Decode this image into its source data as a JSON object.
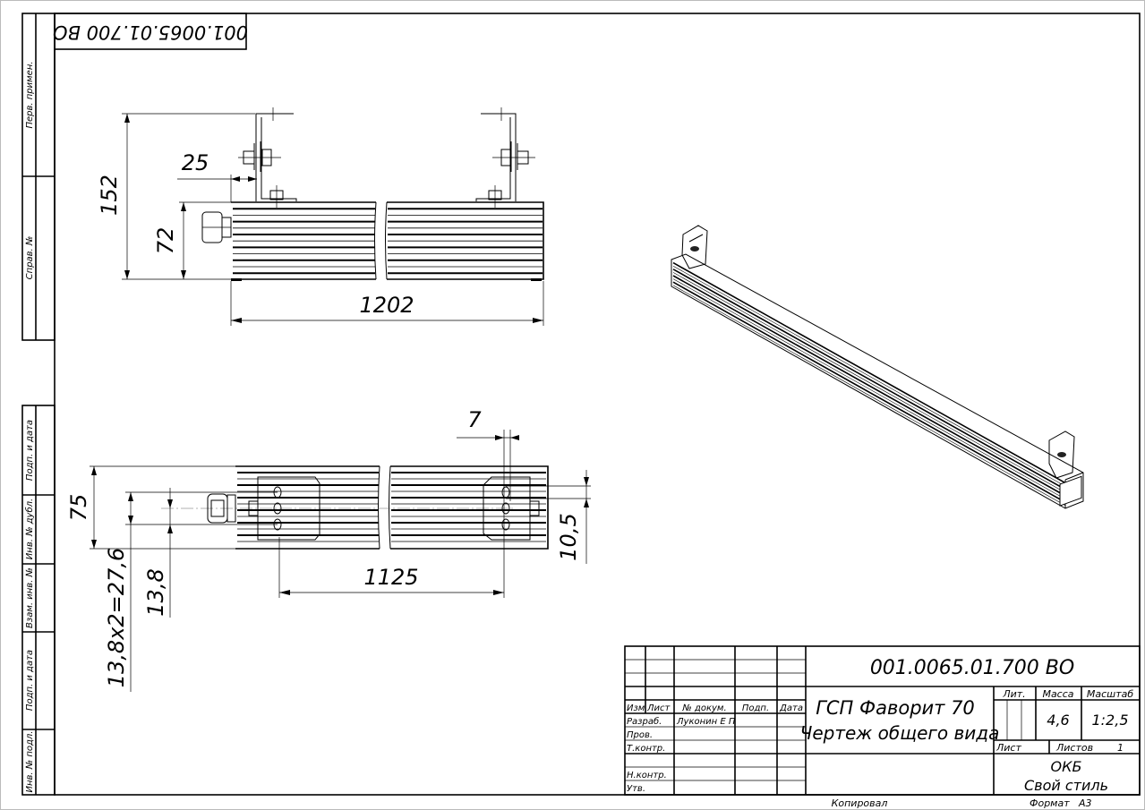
{
  "document": {
    "code": "001.0065.01.700 ВО",
    "code_stamp": "001.0065.01.700 ВО",
    "title_line1": "ГСП Фаворит 70",
    "title_line2": "Чертеж общего вида",
    "organization_line1": "ОКБ",
    "organization_line2": "Свой стиль",
    "copied_label": "Копировал",
    "format_label": "Формат",
    "format_value": "А3"
  },
  "title_block": {
    "headers": {
      "izm": "Изм",
      "list": "Лист",
      "doc_no": "№ докум.",
      "sign": "Подп.",
      "date": "Дата"
    },
    "roles": {
      "developer": "Разраб.",
      "checker": "Пров.",
      "tech_control": "Т.контр.",
      "norm_control": "Н.контр.",
      "approved": "Утв."
    },
    "developer_name": "Луконин Е П",
    "lit_label": "Лит.",
    "mass_label": "Масса",
    "scale_label": "Масштаб",
    "mass_value": "4,6",
    "scale_value": "1:2,5",
    "sheet_label": "Лист",
    "sheets_label": "Листов",
    "sheets_value": "1"
  },
  "side_strip": {
    "first_use": "Перв. примен.",
    "ref_no": "Справ. №",
    "sign_date_1": "Подп. и дата",
    "dup_inv": "Инв. № дубл.",
    "repl_inv": "Взам. инв. №",
    "sign_date_2": "Подп. и дата",
    "orig_inv": "Инв. № подл."
  },
  "dimensions": {
    "side_view": {
      "height_total": "152",
      "height_body": "72",
      "bracket_offset": "25",
      "length": "1202"
    },
    "top_view": {
      "width": "75",
      "hole_span": "13,8х2=27,6",
      "hole_pitch": "13,8",
      "mount_distance": "1125",
      "slot_offset": "7",
      "slot_width": "10,5"
    }
  }
}
